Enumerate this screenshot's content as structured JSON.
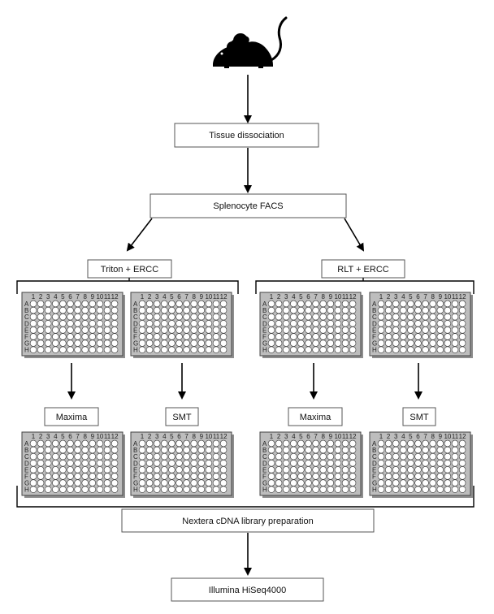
{
  "nodes": {
    "tissue": "Tissue dissociation",
    "facs": "Splenocyte FACS",
    "triton": "Triton + ERCC",
    "rlt": "RLT + ERCC",
    "maxima_left": "Maxima",
    "smt_left": "SMT",
    "maxima_right": "Maxima",
    "smt_right": "SMT",
    "nextera": "Nextera cDNA library preparation",
    "illumina": "Illumina HiSeq4000"
  },
  "plate": {
    "columns": [
      "1",
      "2",
      "3",
      "4",
      "5",
      "6",
      "7",
      "8",
      "9",
      "10",
      "11",
      "12"
    ],
    "rows": [
      "A",
      "B",
      "C",
      "D",
      "E",
      "F",
      "G",
      "H"
    ]
  },
  "icons": {
    "mouse": "mouse-icon"
  }
}
